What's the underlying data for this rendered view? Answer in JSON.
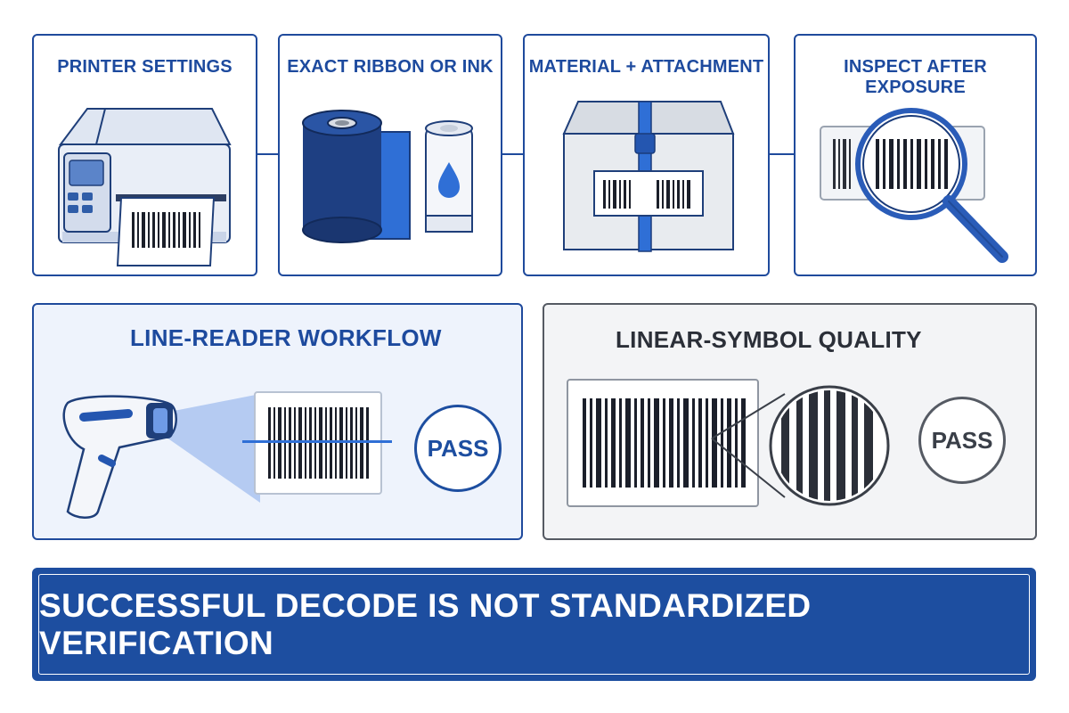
{
  "steps": [
    {
      "title": "PRINTER SETTINGS"
    },
    {
      "title": "EXACT RIBBON OR INK"
    },
    {
      "title": "MATERIAL + ATTACHMENT"
    },
    {
      "title": "INSPECT AFTER EXPOSURE"
    }
  ],
  "line_reader": {
    "title": "LINE-READER WORKFLOW",
    "badge": "PASS"
  },
  "linear_symbol": {
    "title": "LINEAR-SYMBOL QUALITY",
    "badge": "PASS"
  },
  "banner": {
    "text": "SUCCESSFUL DECODE IS NOT STANDARDIZED VERIFICATION"
  },
  "colors": {
    "primary": "#1d4ea0",
    "accent": "#2f6fd6",
    "gray_border": "#555a63",
    "panel_blue": "#eef3fc",
    "panel_gray": "#f3f4f6"
  }
}
